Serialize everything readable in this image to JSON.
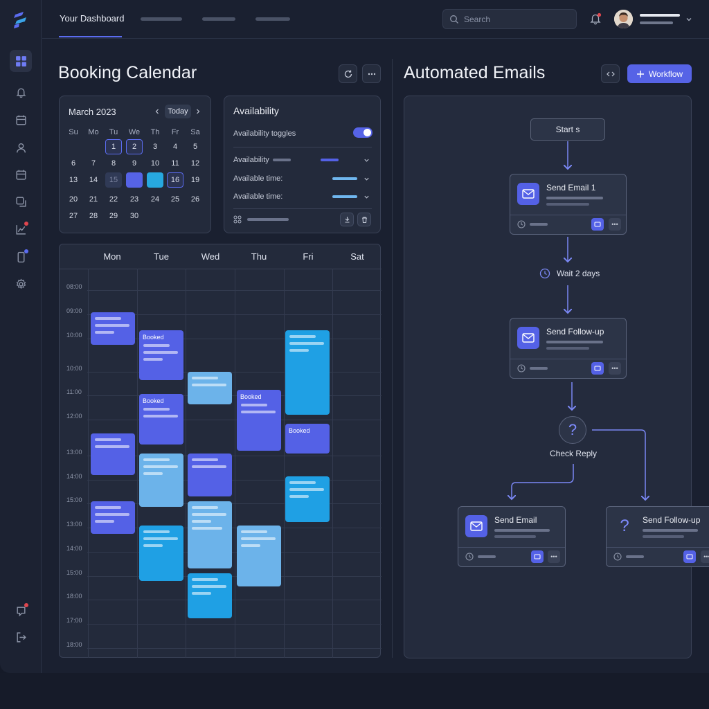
{
  "topbar": {
    "tab_active": "Your Dashboard",
    "search_placeholder": "Search"
  },
  "booking": {
    "title": "Booking Calendar"
  },
  "mini_calendar": {
    "month": "March 2023",
    "today": "Today",
    "weekdays": [
      "Su",
      "Mo",
      "Tu",
      "We",
      "Th",
      "Fr",
      "Sa"
    ],
    "weeks": [
      [
        "",
        "",
        "1",
        "2",
        "3",
        "4",
        "5"
      ],
      [
        "6",
        "7",
        "8",
        "9",
        "10",
        "11",
        "12"
      ],
      [
        "13",
        "14",
        "15",
        "",
        "",
        "16",
        "19"
      ],
      [
        "20",
        "21",
        "22",
        "23",
        "24",
        "25",
        "26"
      ],
      [
        "27",
        "28",
        "29",
        "30",
        "",
        "",
        ""
      ]
    ]
  },
  "availability": {
    "title": "Availability",
    "toggle_label": "Availability toggles",
    "toggle_on": true,
    "rows": [
      "Availability",
      "Available time:",
      "Available time:"
    ]
  },
  "week": {
    "days": [
      "Mon",
      "Tue",
      "Wed",
      "Thu",
      "Fri",
      "Sat"
    ],
    "times": [
      "08:00",
      "09:00",
      "10:00",
      "10:00",
      "11:00",
      "12:00",
      "13:00",
      "14:00",
      "15:00",
      "13:00",
      "14:00",
      "15:00",
      "18:00",
      "17:00",
      "18:00"
    ],
    "booked_label": "Booked",
    "colors": {
      "violet": "#5461e6",
      "cyan": "#1fa0e4",
      "light": "#6cb3ea"
    }
  },
  "emails": {
    "title": "Automated Emails",
    "workflow_button": "Workflow",
    "start": "Start s",
    "send_email_1": "Send Email 1",
    "wait": "Wait 2 days",
    "send_followup": "Send Follow-up",
    "check_reply": "Check Reply",
    "send_email": "Send Email",
    "send_followup_2": "Send Follow-up"
  }
}
